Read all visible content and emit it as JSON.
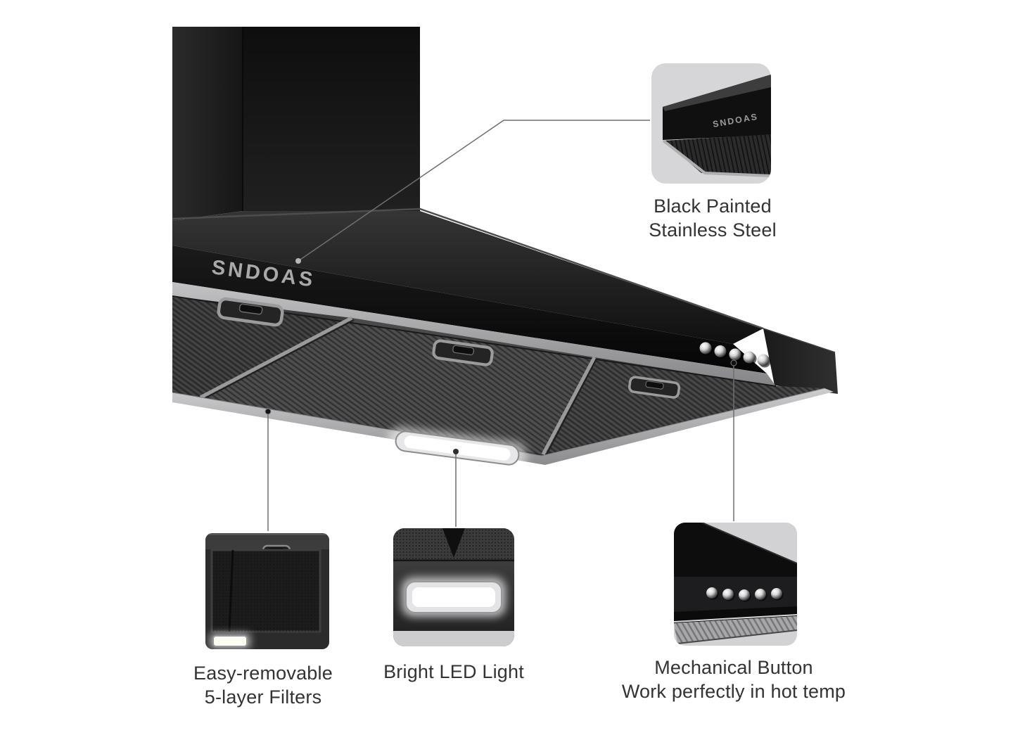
{
  "hood": {
    "brand_logo": "SNDOAS"
  },
  "callouts": {
    "steel": {
      "inset_logo": "SNDOAS",
      "lines": [
        "Black Painted",
        "Stainless Steel"
      ]
    },
    "filters": {
      "lines": [
        "Easy-removable",
        "5-layer Filters"
      ]
    },
    "led": {
      "lines": [
        "Bright LED Light"
      ]
    },
    "buttons": {
      "lines": [
        "Mechanical Button",
        "Work perfectly in hot temp"
      ]
    }
  },
  "colors": {
    "background": "#ffffff",
    "hood_black": "#141414",
    "trim_metal": "#a9a9ab",
    "tile_background": "#d6d6d8",
    "caption_text": "#333333",
    "leader_line": "#6e6e6e",
    "led_white": "#ffffff"
  }
}
